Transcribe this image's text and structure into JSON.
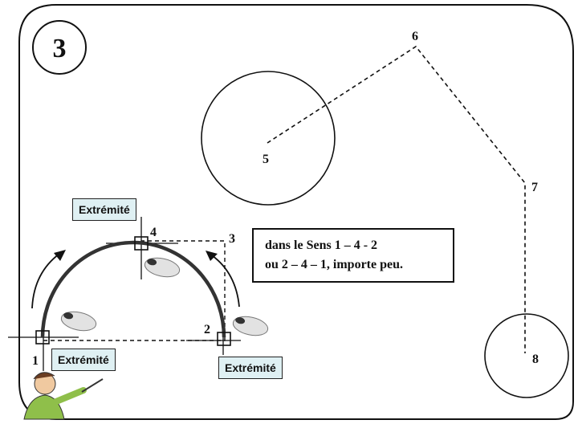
{
  "diagram": {
    "step_number": "3",
    "note_lines": [
      "dans le Sens 1 – 4 - 2",
      "ou 2 – 4 – 1, importe peu."
    ],
    "endpoint_label": "Extrémité",
    "points": {
      "p1": "1",
      "p2": "2",
      "p3": "3",
      "p4": "4",
      "p5": "5",
      "p6": "6",
      "p7": "7",
      "p8": "8"
    },
    "colors": {
      "stroke": "#111111",
      "label_fill": "#dff0f3",
      "mouse": "#d8d8d8"
    }
  }
}
